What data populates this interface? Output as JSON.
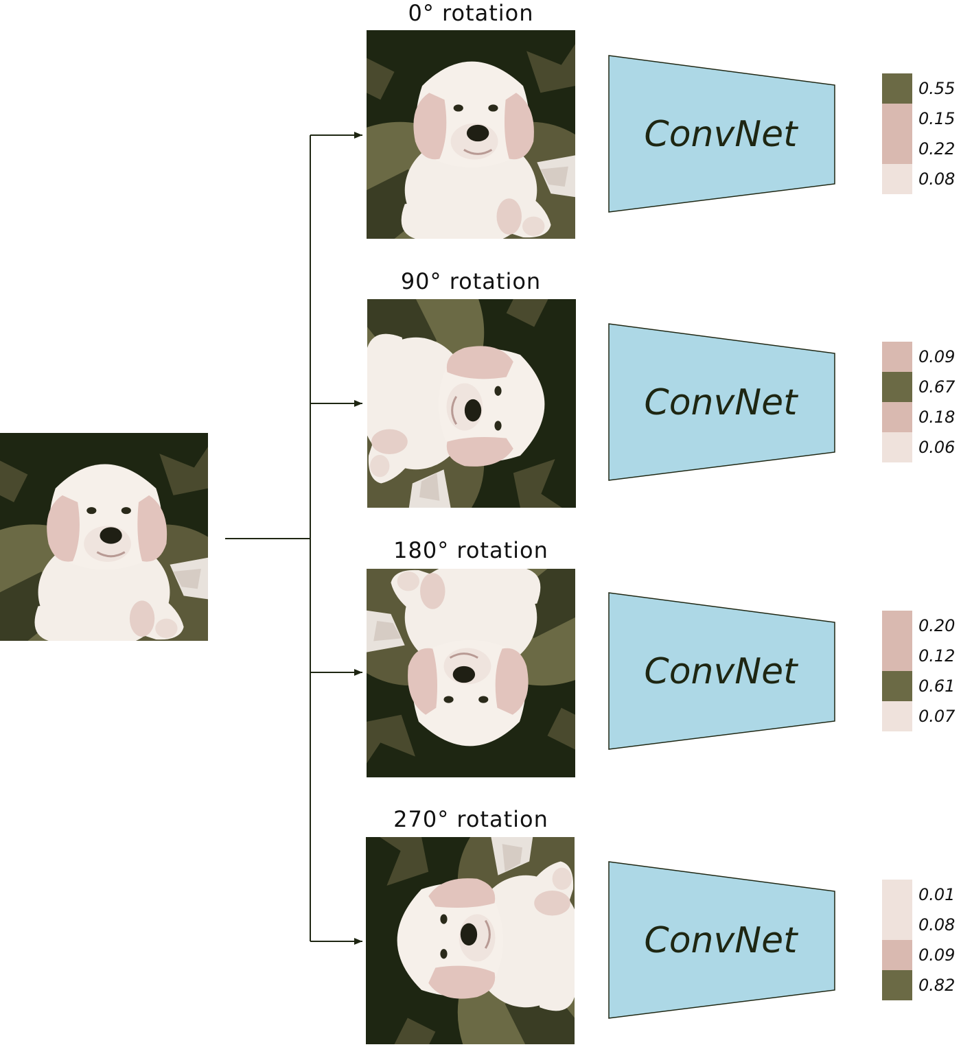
{
  "input_image": {
    "name": "puppy-photo"
  },
  "network_label": "ConvNet",
  "branches": [
    {
      "id": "rot0",
      "caption": "0° rotation",
      "angle": 0,
      "probs": [
        "0.55",
        "0.15",
        "0.22",
        "0.08"
      ],
      "values": [
        0.55,
        0.15,
        0.22,
        0.08
      ]
    },
    {
      "id": "rot90",
      "caption": "90° rotation",
      "angle": 90,
      "probs": [
        "0.09",
        "0.67",
        "0.18",
        "0.06"
      ],
      "values": [
        0.09,
        0.67,
        0.18,
        0.06
      ]
    },
    {
      "id": "rot180",
      "caption": "180° rotation",
      "angle": 180,
      "probs": [
        "0.20",
        "0.12",
        "0.61",
        "0.07"
      ],
      "values": [
        0.2,
        0.12,
        0.61,
        0.07
      ]
    },
    {
      "id": "rot270",
      "caption": "270° rotation",
      "angle": 270,
      "probs": [
        "0.01",
        "0.08",
        "0.09",
        "0.82"
      ],
      "values": [
        0.01,
        0.08,
        0.09,
        0.82
      ]
    }
  ],
  "colors": {
    "background_dark": "#1e2612",
    "grass": "#6b6a45",
    "fur_light": "#f5efe8",
    "fur_shadow": "#dfc4bc",
    "convnet_fill": "#add8e6",
    "prob_high": "#6b6a45",
    "prob_mid": "#d9b9b0",
    "prob_low": "#efe2dc"
  }
}
